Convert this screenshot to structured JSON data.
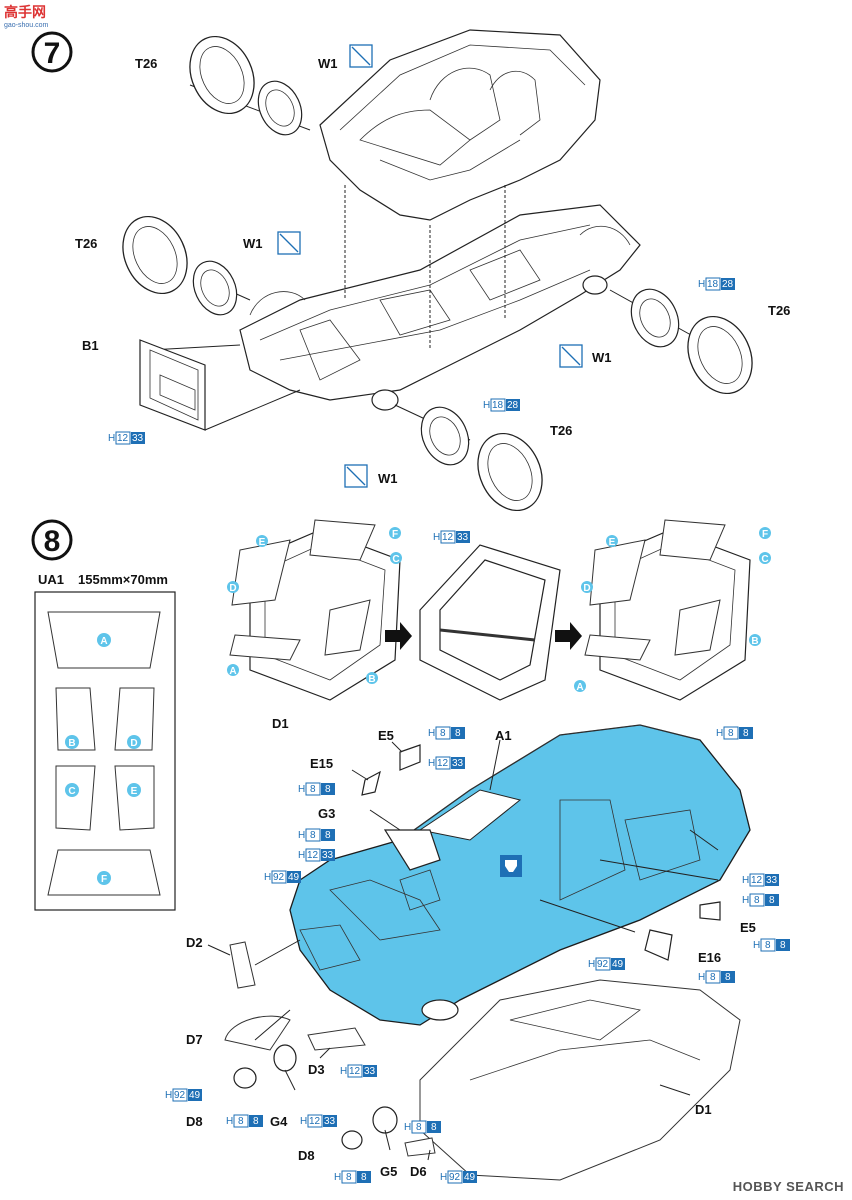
{
  "watermark": {
    "cn": "高手网",
    "url": "gao-shou.com"
  },
  "footer": {
    "brand": "HOBBY SEARCH"
  },
  "step7": {
    "number": "7",
    "labels": {
      "t26_tl": "T26",
      "w1_tl": "W1",
      "t26_ml": "T26",
      "w1_ml": "W1",
      "b1": "B1",
      "t26_r": "T26",
      "w1_r": "W1",
      "t26_b": "T26",
      "w1_b": "W1"
    },
    "paint": {
      "b1": {
        "code": "H",
        "nums": [
          "12",
          "33"
        ]
      },
      "wheel_r": {
        "code": "H",
        "nums": [
          "18",
          "28"
        ]
      },
      "wheel_b": {
        "code": "H",
        "nums": [
          "18",
          "28"
        ]
      }
    }
  },
  "step8": {
    "number": "8",
    "mask": {
      "title": "UA1",
      "size": "155mm×70mm",
      "pieces": [
        "A",
        "B",
        "D",
        "C",
        "E",
        "F"
      ]
    },
    "window_letters": [
      "A",
      "B",
      "C",
      "D",
      "E",
      "F"
    ],
    "labels": {
      "d1_win": "D1",
      "e5_top": "E5",
      "a1": "A1",
      "e15": "E15",
      "g3": "G3",
      "d2": "D2",
      "e5_right": "E5",
      "e16": "E16",
      "d7": "D7",
      "d3": "D3",
      "d8_left": "D8",
      "g4": "G4",
      "d1_bottom": "D1",
      "d8_bottom": "D8",
      "g5": "G5",
      "d6": "D6"
    },
    "paint": {
      "win_frame": {
        "code": "H",
        "nums": [
          "12",
          "33"
        ]
      },
      "e5_top": {
        "code": "H",
        "nums": [
          "8",
          "8"
        ]
      },
      "a1_frame": {
        "code": "H",
        "nums": [
          "12",
          "33"
        ]
      },
      "body": {
        "code": "H",
        "nums": [
          "8",
          "8"
        ]
      },
      "e15": {
        "code": "H",
        "nums": [
          "8",
          "8"
        ]
      },
      "g3_a": {
        "code": "H",
        "nums": [
          "8",
          "8"
        ]
      },
      "g3_b": {
        "code": "H",
        "nums": [
          "12",
          "33"
        ]
      },
      "hood": {
        "code": "H",
        "nums": [
          "92",
          "49"
        ]
      },
      "side_a": {
        "code": "H",
        "nums": [
          "12",
          "33"
        ]
      },
      "side_b": {
        "code": "H",
        "nums": [
          "8",
          "8"
        ]
      },
      "e5_right": {
        "code": "H",
        "nums": [
          "8",
          "8"
        ]
      },
      "lower": {
        "code": "H",
        "nums": [
          "92",
          "49"
        ]
      },
      "e16": {
        "code": "H",
        "nums": [
          "8",
          "8"
        ]
      },
      "d3": {
        "code": "H",
        "nums": [
          "12",
          "33"
        ]
      },
      "d7": {
        "code": "H",
        "nums": [
          "92",
          "49"
        ]
      },
      "d8_l": {
        "code": "H",
        "nums": [
          "8",
          "8"
        ]
      },
      "g4": {
        "code": "H",
        "nums": [
          "12",
          "33"
        ]
      },
      "g5_a": {
        "code": "H",
        "nums": [
          "8",
          "8"
        ]
      },
      "g5_b": {
        "code": "H",
        "nums": [
          "8",
          "8"
        ]
      },
      "d6": {
        "code": "H",
        "nums": [
          "92",
          "49"
        ]
      }
    }
  }
}
